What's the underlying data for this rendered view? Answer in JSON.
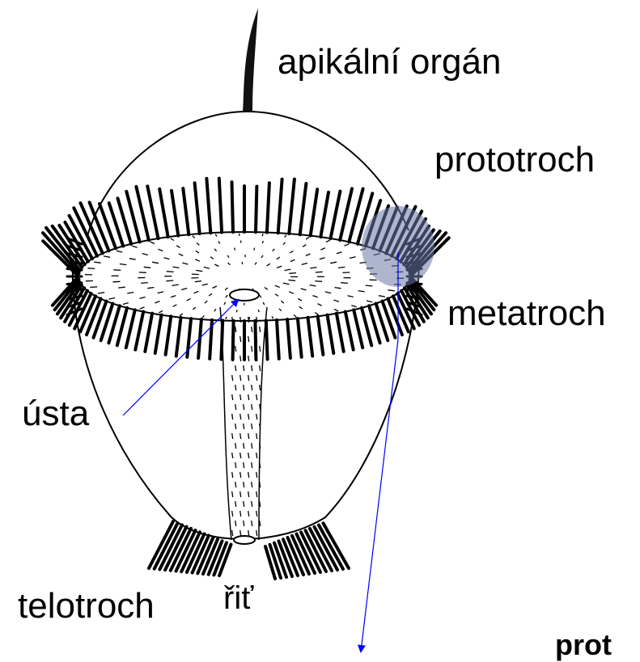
{
  "labels": {
    "apical_organ": "apikální orgán",
    "prototroch": "prototroch",
    "metatroch": "metatroch",
    "mouth": "ústa",
    "telotroch": "telotroch",
    "anus": "řiť",
    "cutoff_heading": "prot"
  },
  "colors": {
    "arrow": "#0000ff",
    "highlight": "#6a7aa6",
    "ink": "#000000"
  }
}
